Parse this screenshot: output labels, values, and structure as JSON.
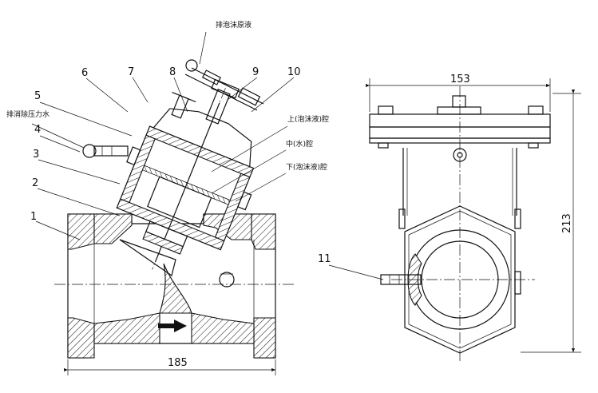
{
  "labels": {
    "n1": "1",
    "n2": "2",
    "n3": "3",
    "n4": "4",
    "n5": "5",
    "n6": "6",
    "n7": "7",
    "n8": "8",
    "n9": "9",
    "n10": "10",
    "n11": "11",
    "pressure_drain": "排消除压力水",
    "foam_drain": "排泡沫原液",
    "chamber_upper": "上(泡沫液)腔",
    "chamber_middle": "中(水)腔",
    "chamber_lower": "下(泡沫液)腔"
  },
  "dimensions": {
    "length": "185",
    "width": "153",
    "height": "213"
  },
  "icons": [
    "flow-direction-arrow-icon"
  ]
}
